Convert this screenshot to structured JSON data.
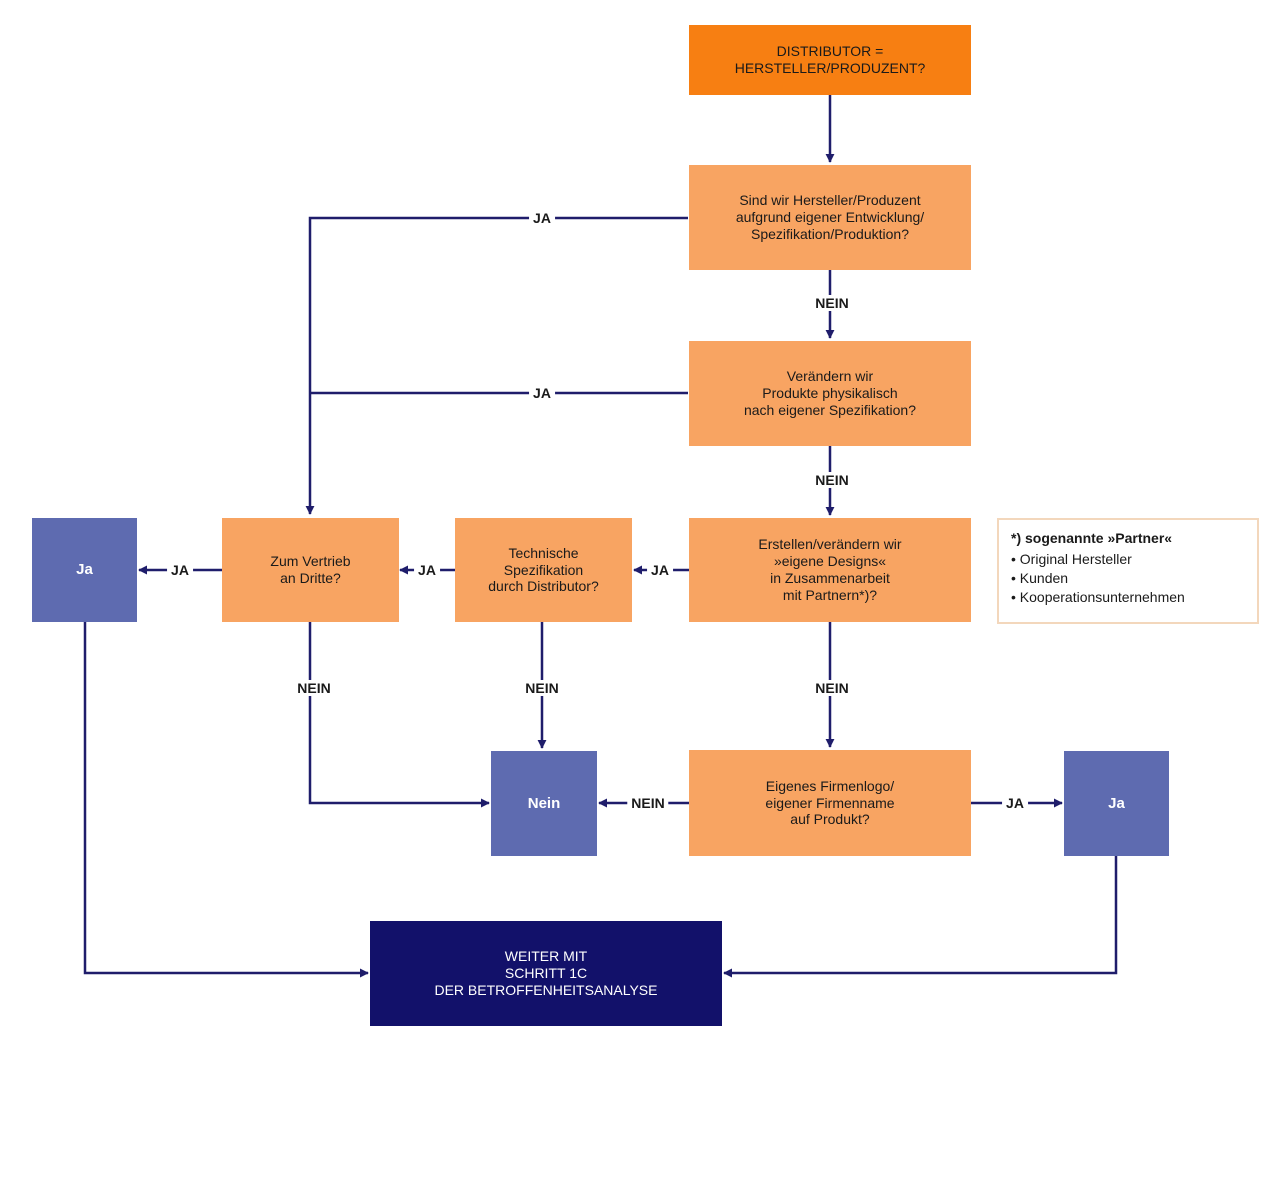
{
  "nodes": {
    "start": "DISTRIBUTOR =\nHERSTELLER/PRODUZENT?",
    "q_own_development": "Sind wir Hersteller/Produzent\naufgrund eigener Entwicklung/\nSpezifikation/Produktion?",
    "q_physical_change": "Verändern wir\nProdukte physikalisch\nnach eigener Spezifikation?",
    "q_own_designs": "Erstellen/verändern wir\n»eigene Designs«\nin Zusammenarbeit\nmit Partnern*)?",
    "q_tech_spec": "Technische\nSpezifikation\ndurch Distributor?",
    "q_resale": "Zum Vertrieb\nan Dritte?",
    "result_ja_left": "Ja",
    "result_nein": "Nein",
    "q_logo": "Eigenes Firmenlogo/\neigener Firmenname\nauf Produkt?",
    "result_ja_right": "Ja",
    "final": "WEITER MIT\nSCHRITT 1C\nDER BETROFFENHEITSANALYSE"
  },
  "edge_labels": {
    "ja": "JA",
    "nein": "NEIN"
  },
  "note": {
    "title": "*) sogenannte »Partner«",
    "items": [
      "• Original Hersteller",
      "• Kunden",
      "• Kooperationsunternehmen"
    ]
  },
  "colors": {
    "orange": "#F8A462",
    "orange_dark": "#F77F12",
    "blue": "#5E6BB0",
    "navy": "#12116A",
    "line": "#1F1D6B",
    "note_border": "#F3D7BC"
  }
}
